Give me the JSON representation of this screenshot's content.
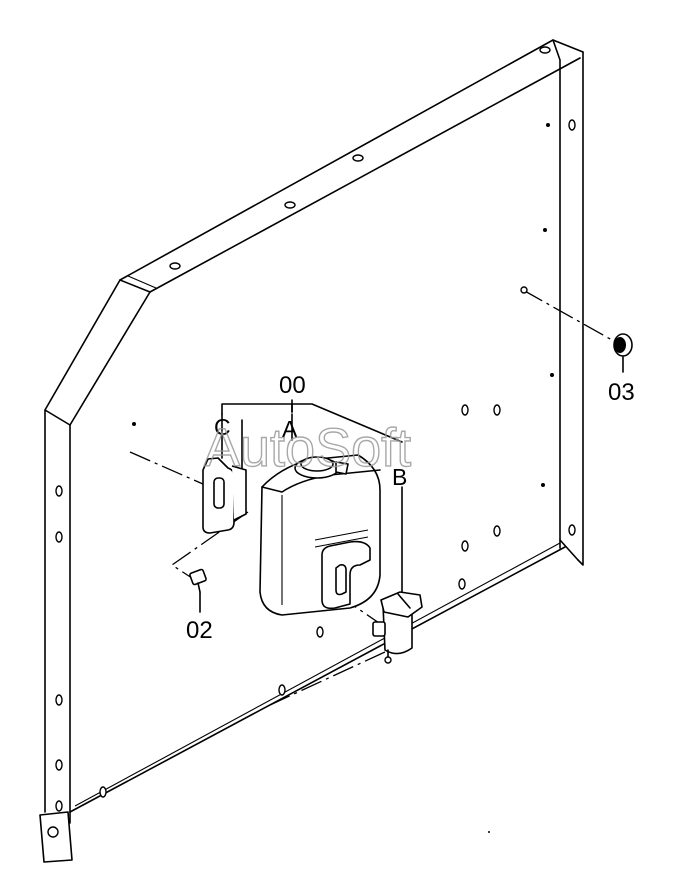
{
  "callouts": {
    "assembly": "00",
    "part_02": "02",
    "part_03": "03"
  },
  "letters": {
    "a": "A",
    "b": "B",
    "c": "C"
  },
  "watermark": "AutoSoft",
  "colors": {
    "line": "#000000",
    "background": "#ffffff",
    "watermark": "#9a9a9a"
  }
}
